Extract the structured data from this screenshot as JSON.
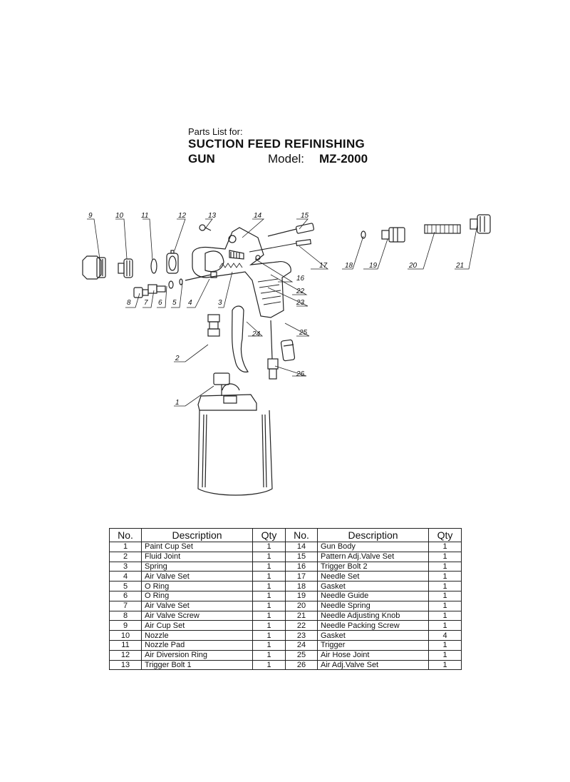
{
  "header": {
    "subtitle": "Parts List for:",
    "title": "SUCTION FEED REFINISHING",
    "product": "GUN",
    "model_label": "Model:",
    "model_value": "MZ-2000"
  },
  "diagram": {
    "callouts": [
      "9",
      "10",
      "11",
      "12",
      "13",
      "14",
      "15",
      "21",
      "20",
      "19",
      "18",
      "17",
      "16",
      "22",
      "23",
      "8",
      "7",
      "6",
      "5",
      "4",
      "3",
      "24",
      "25",
      "2",
      "26",
      "1"
    ]
  },
  "table": {
    "headers": [
      "No.",
      "Description",
      "Qty",
      "No.",
      "Description",
      "Qty"
    ],
    "rows": [
      [
        "1",
        "Paint Cup Set",
        "1",
        "14",
        "Gun Body",
        "1"
      ],
      [
        "2",
        "Fluid Joint",
        "1",
        "15",
        "Pattern Adj.Valve Set",
        "1"
      ],
      [
        "3",
        "Spring",
        "1",
        "16",
        "Trigger Bolt 2",
        "1"
      ],
      [
        "4",
        "Air Valve Set",
        "1",
        "17",
        "Needle Set",
        "1"
      ],
      [
        "5",
        "O Ring",
        "1",
        "18",
        "Gasket",
        "1"
      ],
      [
        "6",
        "O Ring",
        "1",
        "19",
        "Needle Guide",
        "1"
      ],
      [
        "7",
        "Air Valve Set",
        "1",
        "20",
        "Needle Spring",
        "1"
      ],
      [
        "8",
        "Air Valve Screw",
        "1",
        "21",
        "Needle Adjusting Knob",
        "1"
      ],
      [
        "9",
        "Air Cup Set",
        "1",
        "22",
        "Needle Packing Screw",
        "1"
      ],
      [
        "10",
        "Nozzle",
        "1",
        "23",
        "Gasket",
        "4"
      ],
      [
        "11",
        "Nozzle Pad",
        "1",
        "24",
        "Trigger",
        "1"
      ],
      [
        "12",
        "Air Diversion Ring",
        "1",
        "25",
        "Air Hose Joint",
        "1"
      ],
      [
        "13",
        "Trigger Bolt 1",
        "1",
        "26",
        "Air Adj.Valve Set",
        "1"
      ]
    ]
  }
}
